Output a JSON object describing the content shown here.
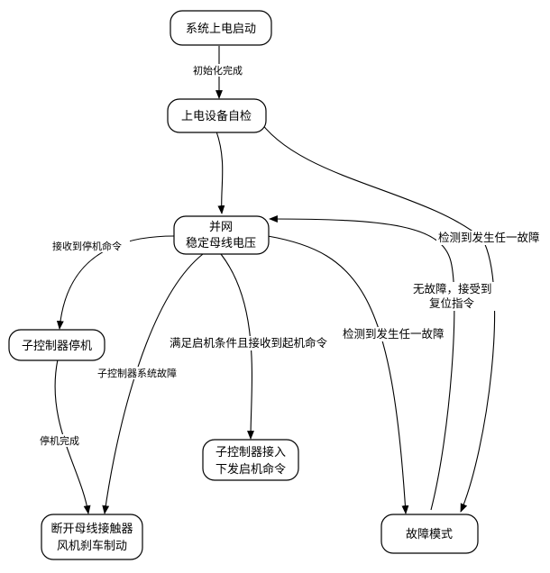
{
  "nodes": {
    "power_on": "系统上电启动",
    "self_check": "上电设备自检",
    "grid_line1": "并网",
    "grid_line2": "稳定母线电压",
    "sub_stop": "子控制器停机",
    "sub_connect_line1": "子控制器接入",
    "sub_connect_line2": "下发启机命令",
    "brake_line1": "断开母线接触器",
    "brake_line2": "风机刹车制动",
    "fault_mode": "故障模式"
  },
  "edges": {
    "init_done": "初始化完成",
    "recv_stop": "接收到停机命令",
    "start_cond": "满足启机条件且接收到起机命令",
    "sub_fault": "子控制器系统故障",
    "stop_done": "停机完成",
    "fault_detect_1": "检测到发生任一故障",
    "fault_detect_2": "检测到发生任一故障",
    "reset_line1": "无故障，接受到",
    "reset_line2": "复位指令"
  }
}
